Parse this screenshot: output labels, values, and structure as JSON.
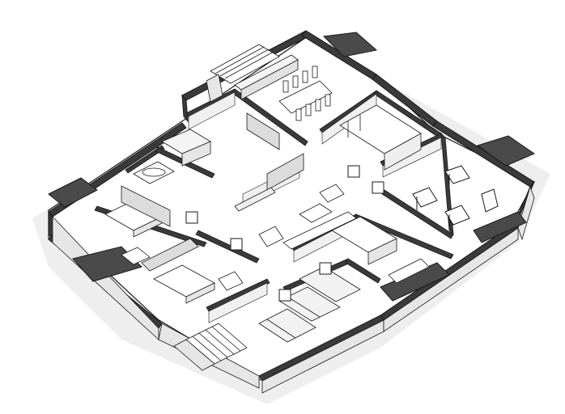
{
  "diagram": {
    "type": "isometric-floor-plan",
    "view": "axonometric",
    "colors": {
      "background": "#ffffff",
      "wall_top": "#3a3a3a",
      "wall_face": "#ececec",
      "floor": "#ffffff",
      "shadow": "#e9e9e9",
      "balcony": "#4a4a4a",
      "line": "#1a1a1a"
    },
    "rooms": [
      {
        "id": "dining-kitchen",
        "furniture": [
          "dining-table",
          "chairs",
          "kitchen-counter",
          "cabinets"
        ]
      },
      {
        "id": "study-north",
        "furniture": [
          "glass-partition",
          "desk"
        ]
      },
      {
        "id": "lounge-east",
        "furniture": [
          "lounge-chairs",
          "plants"
        ]
      },
      {
        "id": "bathroom-west",
        "furniture": [
          "bathtub",
          "vanity",
          "wc"
        ]
      },
      {
        "id": "bedroom-west",
        "furniture": [
          "double-bed",
          "wardrobe"
        ]
      },
      {
        "id": "living-center",
        "furniture": [
          "sofa",
          "armchairs",
          "coffee-table",
          "tv-bench"
        ]
      },
      {
        "id": "bedroom-south",
        "furniture": [
          "double-bed",
          "wardrobe"
        ]
      },
      {
        "id": "kitchenette-east",
        "furniture": [
          "counter",
          "sofa"
        ]
      },
      {
        "id": "walk-in-closet",
        "furniture": [
          "shelving",
          "benches"
        ]
      },
      {
        "id": "stair-south",
        "furniture": [
          "staircase"
        ]
      },
      {
        "id": "stair-north",
        "furniture": [
          "staircase"
        ]
      }
    ]
  }
}
